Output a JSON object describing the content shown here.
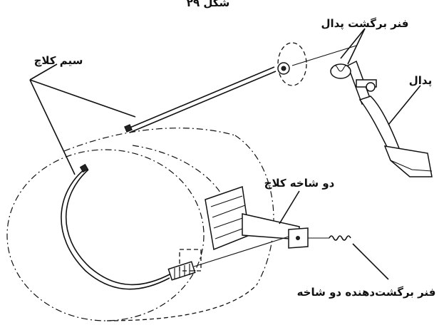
{
  "figure": {
    "caption": "شکل ۲۹",
    "labels": {
      "clutch_cable": "سیم کلاچ",
      "pedal_return_spring": "فنر برگشت پدال",
      "pedal": "پدال",
      "clutch_fork": "دو شاخه کلاچ",
      "fork_return_spring": "فنر برگشت‌دهنده دو شاخه"
    }
  }
}
